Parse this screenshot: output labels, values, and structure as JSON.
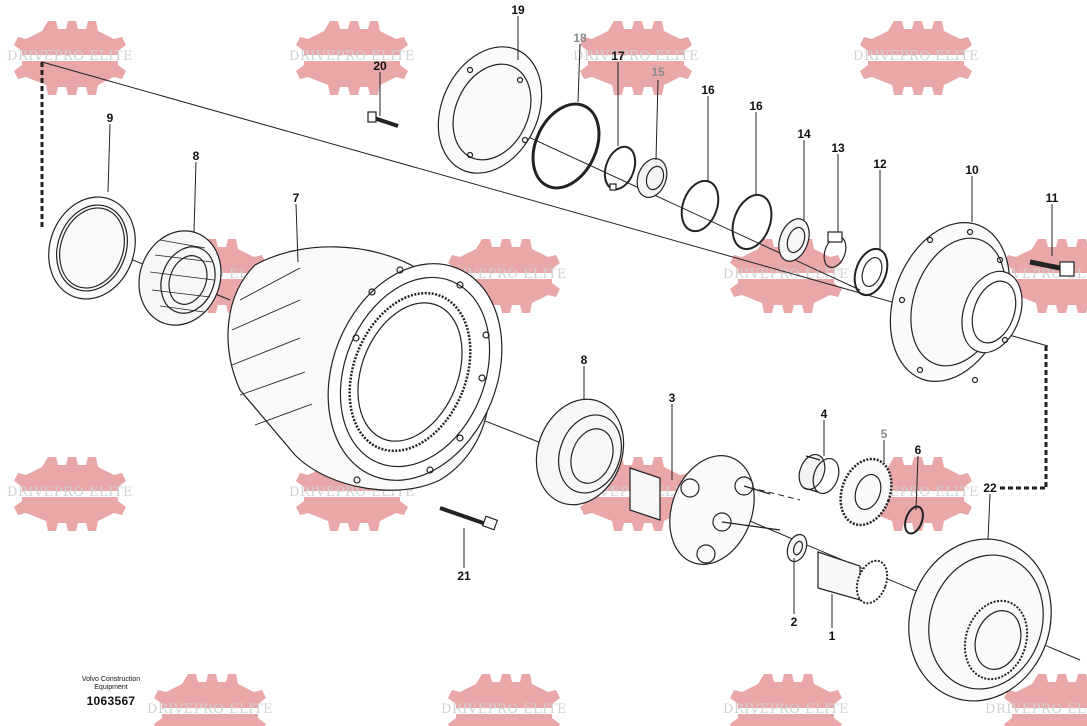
{
  "watermark": {
    "text": "DRIVEPRO ELITE",
    "color": "#e8a3a3"
  },
  "callouts": [
    {
      "id": "9",
      "label": "9"
    },
    {
      "id": "8a",
      "label": "8"
    },
    {
      "id": "7",
      "label": "7"
    },
    {
      "id": "20",
      "label": "20"
    },
    {
      "id": "19",
      "label": "19"
    },
    {
      "id": "18",
      "label": "18"
    },
    {
      "id": "17",
      "label": "17"
    },
    {
      "id": "15",
      "label": "15"
    },
    {
      "id": "16a",
      "label": "16"
    },
    {
      "id": "16b",
      "label": "16"
    },
    {
      "id": "14",
      "label": "14"
    },
    {
      "id": "13",
      "label": "13"
    },
    {
      "id": "12",
      "label": "12"
    },
    {
      "id": "10",
      "label": "10"
    },
    {
      "id": "11",
      "label": "11"
    },
    {
      "id": "8b",
      "label": "8"
    },
    {
      "id": "3",
      "label": "3"
    },
    {
      "id": "4",
      "label": "4"
    },
    {
      "id": "5",
      "label": "5"
    },
    {
      "id": "6",
      "label": "6"
    },
    {
      "id": "22",
      "label": "22"
    },
    {
      "id": "21",
      "label": "21"
    },
    {
      "id": "2",
      "label": "2"
    },
    {
      "id": "1",
      "label": "1"
    }
  ],
  "caption": {
    "line1": "Volvo Construction",
    "line2": "Equipment",
    "number": "1063567"
  }
}
